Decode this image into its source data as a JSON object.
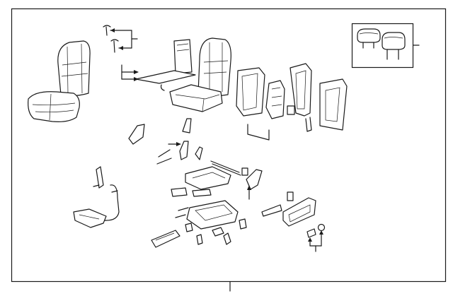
{
  "diagram": {
    "kind": "exploded-parts-view",
    "subject": "seat assembly",
    "callout_text": []
  },
  "colors": {
    "line": "#1a1a1a",
    "background": "#ffffff",
    "shade": "#e9e9e9"
  },
  "icons": [
    "arrow-head",
    "leader-line"
  ]
}
